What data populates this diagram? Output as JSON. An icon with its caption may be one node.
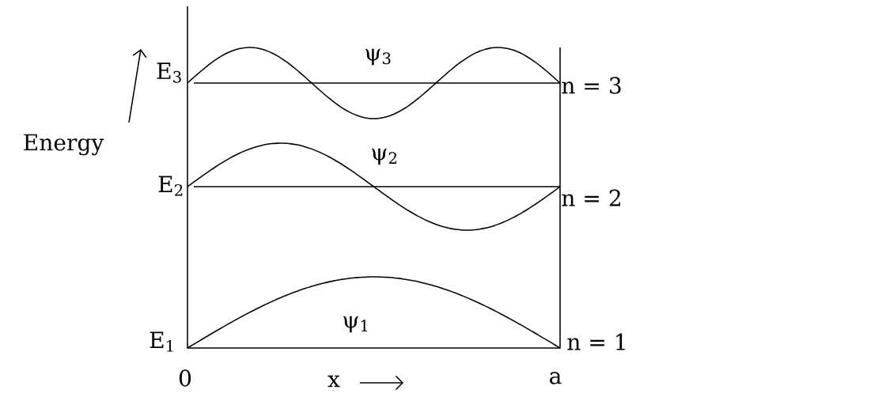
{
  "diagram": {
    "labels": [
      "ψ$_{3}$",
      "E$_{3}$",
      "n = 3",
      "Energy",
      "ψ$_{2}$",
      "E$_{2}$",
      "n = 2",
      "ψ$_{1}$",
      "E$_{1}$",
      "n = 1",
      "0",
      "x",
      "a"
    ]
  }
}
